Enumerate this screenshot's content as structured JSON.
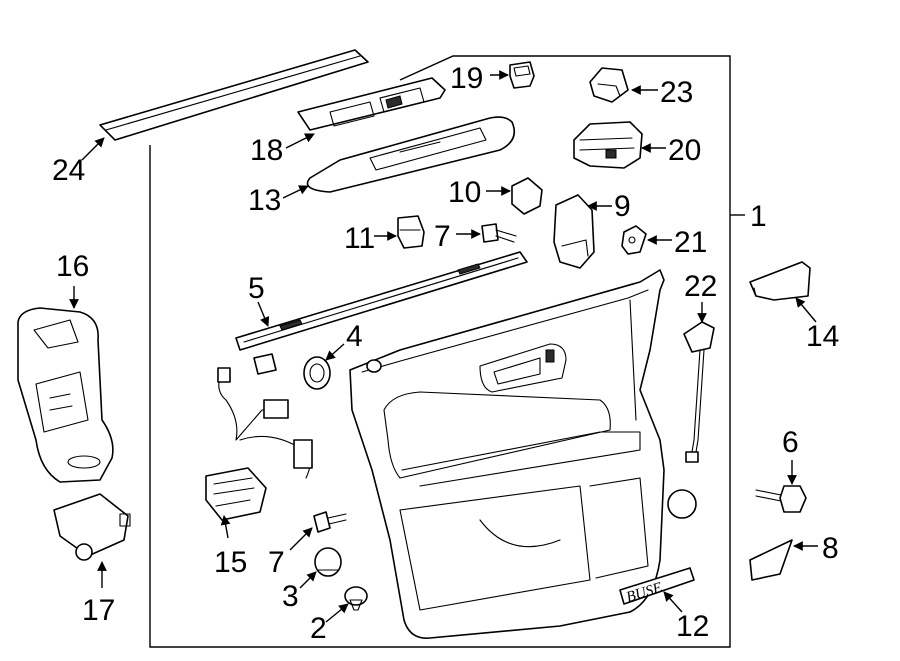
{
  "diagram": {
    "callouts": [
      {
        "id": "c1",
        "text": "1"
      },
      {
        "id": "c2",
        "text": "2"
      },
      {
        "id": "c3",
        "text": "3"
      },
      {
        "id": "c4",
        "text": "4"
      },
      {
        "id": "c5",
        "text": "5"
      },
      {
        "id": "c6",
        "text": "6"
      },
      {
        "id": "c7a",
        "text": "7"
      },
      {
        "id": "c7b",
        "text": "7"
      },
      {
        "id": "c8",
        "text": "8"
      },
      {
        "id": "c9",
        "text": "9"
      },
      {
        "id": "c10",
        "text": "10"
      },
      {
        "id": "c11",
        "text": "11"
      },
      {
        "id": "c12",
        "text": "12"
      },
      {
        "id": "c13",
        "text": "13"
      },
      {
        "id": "c14",
        "text": "14"
      },
      {
        "id": "c15",
        "text": "15"
      },
      {
        "id": "c16",
        "text": "16"
      },
      {
        "id": "c17",
        "text": "17"
      },
      {
        "id": "c18",
        "text": "18"
      },
      {
        "id": "c19",
        "text": "19"
      },
      {
        "id": "c20",
        "text": "20"
      },
      {
        "id": "c21",
        "text": "21"
      },
      {
        "id": "c22",
        "text": "22"
      },
      {
        "id": "c23",
        "text": "23"
      },
      {
        "id": "c24",
        "text": "24"
      }
    ],
    "emblem_text": "BUSE"
  }
}
